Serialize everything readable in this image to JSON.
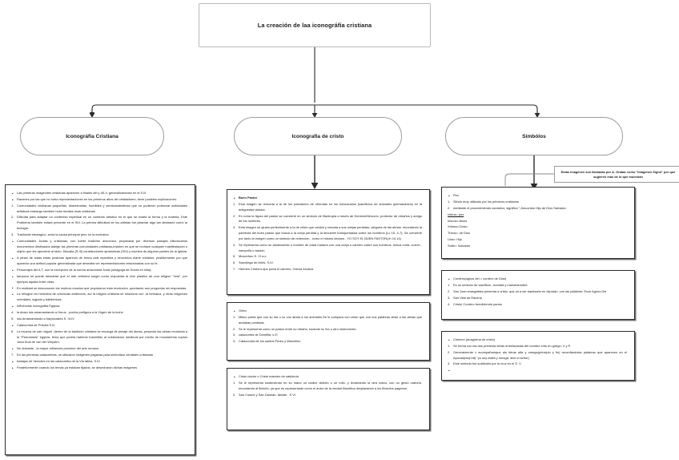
{
  "diagram": {
    "type": "mind-map",
    "title_node": {
      "label": "La creación de laa iconográfia cristiana"
    },
    "branches": [
      {
        "id": "iconografia-cristiana",
        "label": "Iconográfia Cristiana"
      },
      {
        "id": "iconografia-de-cristo",
        "label": "Iconografia de cristo"
      },
      {
        "id": "simbolos",
        "label": "Simbólos"
      }
    ],
    "annotation_banner": {
      "text": "Estas imagenes son llamadas por A. Grabar como \"Imágenes Signo\" por que sugieren mas de lo que muestran"
    }
  },
  "left_box": {
    "items": [
      {
        "marker": "bullet",
        "text": "Las primeras imagendes cristianas aparecen a finales del  y dS.II, generalizandose en el S.III"
      },
      {
        "marker": "bullet",
        "text": "Razones por las que no hubo representaciones   en los primeros años del cristianismo, tiene posibles explicacones:"
      },
      {
        "marker": "1.",
        "text": "Comunidades cristianas pequeñas, diseminadas, humildes y semiclandestinas que no pudieron potenciar actividades artisticas embargo tambien hubo familas ricas cristianas"
      },
      {
        "marker": "2.",
        "text": "Dificulta para adaptar un contenido espiritual en un contexto artistico en el que se exalta la forma y la materia. Este Problema también estará presente en el SIII. La primea dificultad de los artistas fue plasmar algo tan abstracto como la teologia."
      },
      {
        "marker": "3.",
        "text": "Trasfonde ideologico, seria la causa principal pero no la exclusiva"
      },
      {
        "marker": "bullet",
        "text": "Comunidades Judias y cristianas, con fuerte tradición aniconica, propiciada por diversos pasajes bilicosvarios documentos destinados adirigir las primeras comunidades cristianas,insisten en que se rechace cualquier manifestación o objeto que les aproxime al idolo. Discalia (S.III) constituciones apóstolicas (SIV) y escritos de algunos padres de la iglesia"
      },
      {
        "marker": "bullet",
        "text": "A pesar de todas estas posturas aparecio de forma casi repentina y sincrónica elarte cristiano, posiblemente por que aparecio una actitud popular generalizada que deseaba ver representaciones relacionadas con su fe."
      },
      {
        "marker": "bullet",
        "text": "Personajes del A.T, son la excepcion  de la norma anaconista Judia (sinagoga de Doura en siria)."
      },
      {
        "marker": "bullet",
        "text": "tampoco se puede descartar que el arte cristiano surgio como respuesta al reto plastico de una religion \"rival\", por ejemplo lajudia entre otras."
      },
      {
        "marker": "bullet",
        "text": "En realidad se desconocen los motivos exactos que propiciaron esta revolución ,quedando aun preguntas sin respuestas."
      },
      {
        "marker": "bullet",
        "text": "La reliogion es heredera de creencias anteriores, así la religion cristiana se relaciona con ,la hebraica, y otras religiones orientales, egipcia y babilónicas"
      },
      {
        "marker": "bullet",
        "text": "Influencias iconografia Egipcia."
      },
      {
        "marker": "4.",
        "text": "la diosa Isis amamantando a Horus , podría prefigura a la Virgen  de la leche"
      },
      {
        "marker": "5.",
        "text": "Isis Amamantando a  harpócrates S. III-IV"
      },
      {
        "marker": "bullet",
        "text": "Catacumba de Priscila S.III"
      },
      {
        "marker": "6.",
        "text": "La escena de san miguel -dentro de la tradición cristiana se encarga de pesaje del almas- pesando las almas recluerda a la \"Psicostasis\" egipcia, tema que podria haberse trasmitido al cristianismo medieval por medio de monasterios coptos Juico final de van der Weyden."
      },
      {
        "marker": "bullet",
        "text": "No obstante , la mayor influencia proviene del arte romano"
      },
      {
        "marker": "7.",
        "text": "En las primeras catacumbas, se utilizaron imágenes paganas para simbolizar verdades cristianas"
      },
      {
        "marker": "bullet",
        "text": "trabajos de hercules en las catacumba de la Via latina, S.IV"
      },
      {
        "marker": "bullet",
        "text": "Posteriormente cuando los temas ya estaban fijados, se desecharon dichas imágenes"
      }
    ]
  },
  "mid_box_1": {
    "items": [
      {
        "marker": "bullet",
        "bold": true,
        "text": "Buen Pastor"
      },
      {
        "marker": "1.",
        "text": "Esta imagen se remonta a la de los portadores de ofrendas en los holocaustos (sacrificios de animales quemandolos) en la antiguedad clásica."
      },
      {
        "marker": "2.",
        "text": "En roma la figura del pastor se convierte en un simbolo de filantropia a través de Hermes/Mercurio, protector de rebaños y amigo de los hombres."
      },
      {
        "marker": "3.",
        "text": "Esta imagen se ajusta perfectmente a la de cristo que cuidad y rescata a sus ovejas perdidas, alegoria de las almas, recordando la parebola del buen pastor que busca a la oveja perdida y la devuelve transportadola sobre los hombros (Lc 15, 4-7). Se convierte por tanto la imégen como un simbolo de redención , como el mismo declaro , YO SOY EL BUEN PASTOR(Jn 10,14)"
      },
      {
        "marker": "4.",
        "text": "Se representa como un adolescente u hombre de edad madura con una oveja o carnero sobre sus hombros, túnica corta, zurrón , zampoña o bastón."
      },
      {
        "marker": "5.",
        "text": "Moscóforo S. VI a.c."
      },
      {
        "marker": "6.",
        "text": "Sarcófago de Arlés, S.IV."
      },
      {
        "marker": "7.",
        "text": "Hermes Crióforo-que porta el carnero, Grecia Arcaica"
      }
    ]
  },
  "mid_box_2": {
    "items": [
      {
        "marker": "bullet",
        "text": "Orfeo"
      },
      {
        "marker": "1.",
        "text": "Mitico poeta que con su lira o su voz atraia a los animales.Se le compara con cristo que con sus palabras atrae a las almas que andaban perdidas."
      },
      {
        "marker": "2.",
        "text": "Se le representa como un pastor entre su rebaño, tocando la, lira u otro instrumento."
      },
      {
        "marker": "3.",
        "text": "catacumba de Domitila, s III"
      },
      {
        "marker": "4.",
        "text": "Catacumba de los santos Pedro y Marcelino"
      }
    ]
  },
  "mid_box_3": {
    "items": [
      {
        "marker": "bullet",
        "text": "Cristo doctor o Cristo maestro de sabiduria"
      },
      {
        "marker": "1.",
        "text": "Se le representa sosteniendo en su mano un códice abierto o un rollo, y levantando la otra mano, con un gesto oratorio, recordando al filósofo, ya que es representado como el autor de la verdad filosófica desplazando a los filosofos paganos."
      },
      {
        "marker": "2.",
        "text": "San Cosme y San Damián, ábside , S VI"
      }
    ]
  },
  "right_box_1": {
    "items": [
      {
        "marker": "bullet",
        "text": "Pez."
      },
      {
        "marker": "1.",
        "text": "Sibolo muy utilizado por los primeros cristianos"
      },
      {
        "marker": "2.",
        "text": "mediante el procedimiendo acróstico, significa \",Jesucristo Hijo de Dios Salvador."
      },
      {
        "marker": "plain",
        "underline": true,
        "text": "Ixthus= pez"
      },
      {
        "marker": "plain",
        "text": "Iesous=Jesús"
      },
      {
        "marker": "plain",
        "text": "Xristos=Cristo"
      },
      {
        "marker": "plain",
        "text": "Theou= de Dios"
      },
      {
        "marker": "plain",
        "text": "Uios= Hijo"
      },
      {
        "marker": "plain",
        "text": "Soter= Salvador"
      }
    ]
  },
  "right_box_2": {
    "items": [
      {
        "marker": "bullet",
        "text": "Cordero(agnus dei = cordero de Dios)"
      },
      {
        "marker": "1.",
        "text": "Es un símbolo de sacrificio , bondad y mansedumbre"
      },
      {
        "marker": "2.",
        "text": "San Juan evangelista presenta a cristo, que va a ser bautizado en eljordan, con las palabras: Ecce Agnus Dei"
      },
      {
        "marker": "3.",
        "text": "San Vital de Ravena"
      },
      {
        "marker": "4.",
        "text": "Cristo/ Cordero bendiciendo panes"
      }
    ]
  },
  "right_box_3": {
    "items": [
      {
        "marker": "bullet",
        "text": "Crismon (anagrama de cristo)"
      },
      {
        "marker": "1.",
        "text": "Se forma con las dos primeras letras entrelazadas del nombre crito en griego: X y P."
      },
      {
        "marker": "2.",
        "text": "Generalmente v acompañadopor als letras alfa y omega(principio y fin) recordándolas palabras que aparecen en el Apocalipsis('U8) \"yo soy elaifa y omega, dice el señor)"
      },
      {
        "marker": "3.",
        "text": "Este símbolo fue sustituido por la cruz en el S. V"
      },
      {
        "marker": "bullet",
        "text": ""
      }
    ]
  }
}
